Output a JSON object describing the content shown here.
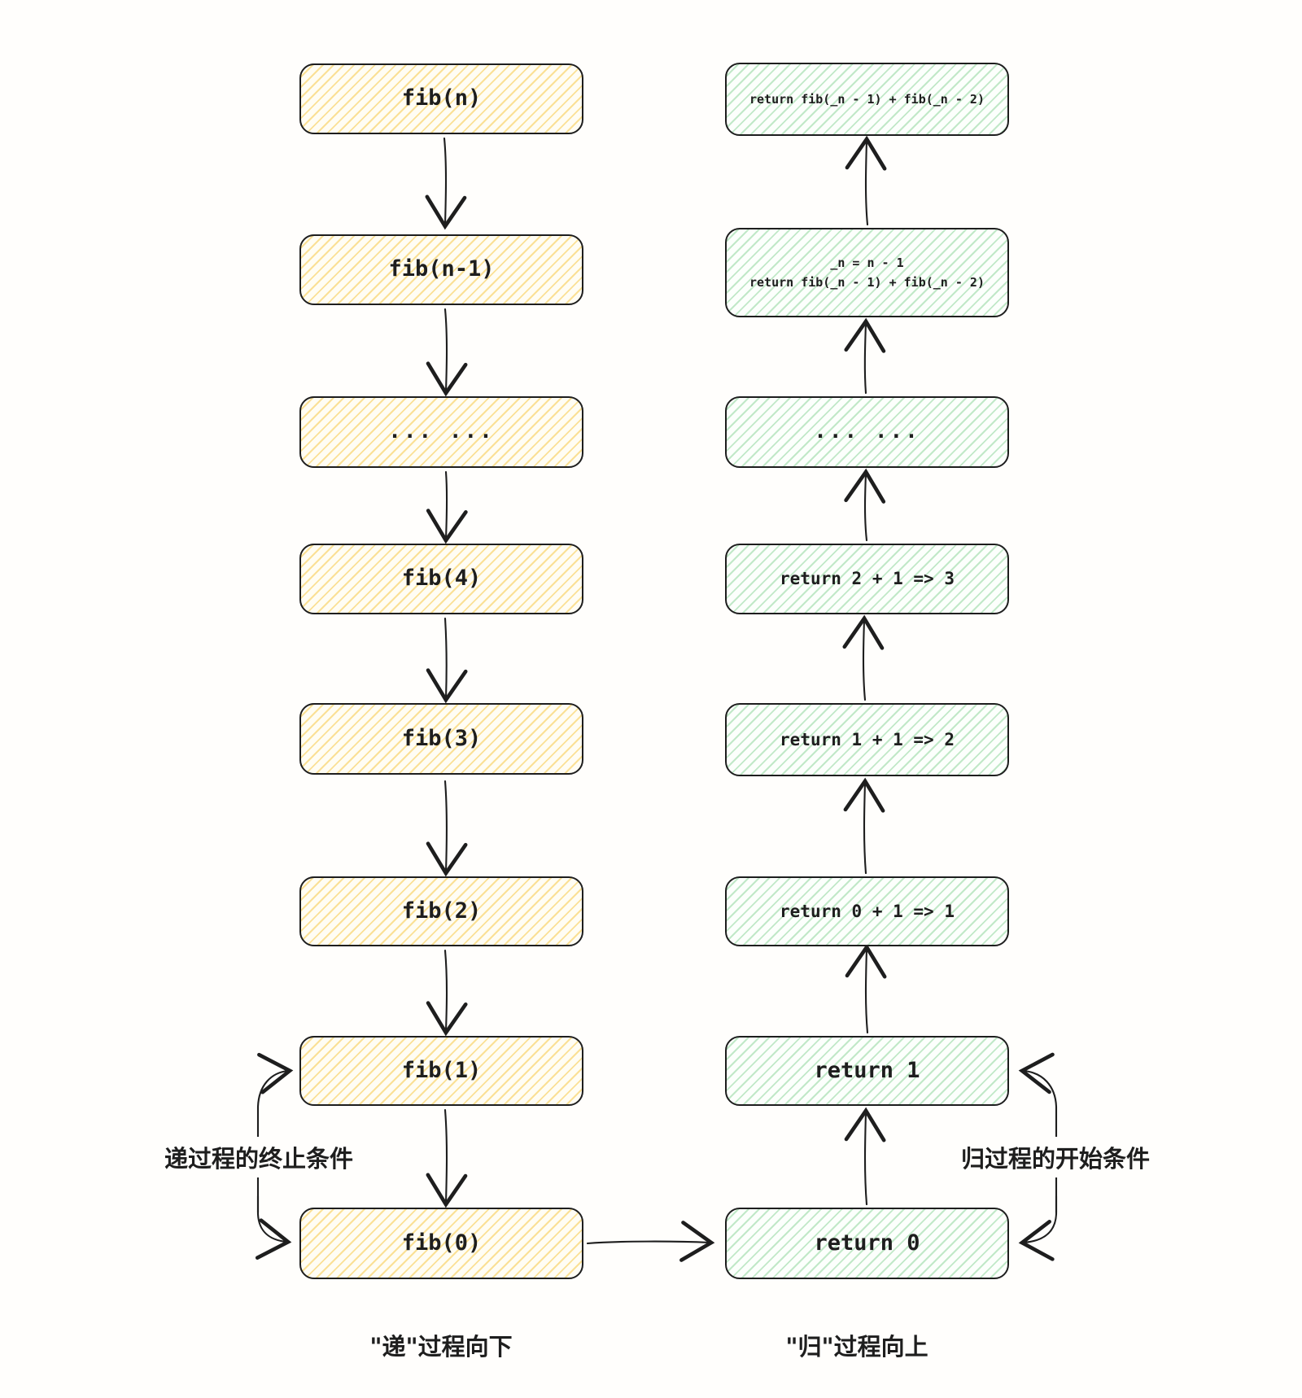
{
  "colors": {
    "background": "#fffefc",
    "stroke": "#1e1e1e",
    "yellow-hatch": "#f7c948",
    "green-hatch": "#69c779"
  },
  "left_column": {
    "caption": "\"递\"过程向下",
    "annotation": "递过程的终止条件",
    "nodes": [
      {
        "label": "fib(n)"
      },
      {
        "label": "fib(n-1)"
      },
      {
        "label": "... ..."
      },
      {
        "label": "fib(4)"
      },
      {
        "label": "fib(3)"
      },
      {
        "label": "fib(2)"
      },
      {
        "label": "fib(1)"
      },
      {
        "label": "fib(0)"
      }
    ]
  },
  "right_column": {
    "caption": "\"归\"过程向上",
    "annotation": "归过程的开始条件",
    "nodes": [
      {
        "label": "return fib(_n - 1) + fib(_n - 2)"
      },
      {
        "label_line1": "_n = n - 1",
        "label_line2": "return fib(_n - 1) + fib(_n - 2)"
      },
      {
        "label": "... ..."
      },
      {
        "label": "return 2 + 1 => 3"
      },
      {
        "label": "return 1 + 1 => 2"
      },
      {
        "label": "return 0 + 1 => 1"
      },
      {
        "label": "return 1"
      },
      {
        "label": "return 0"
      }
    ]
  }
}
